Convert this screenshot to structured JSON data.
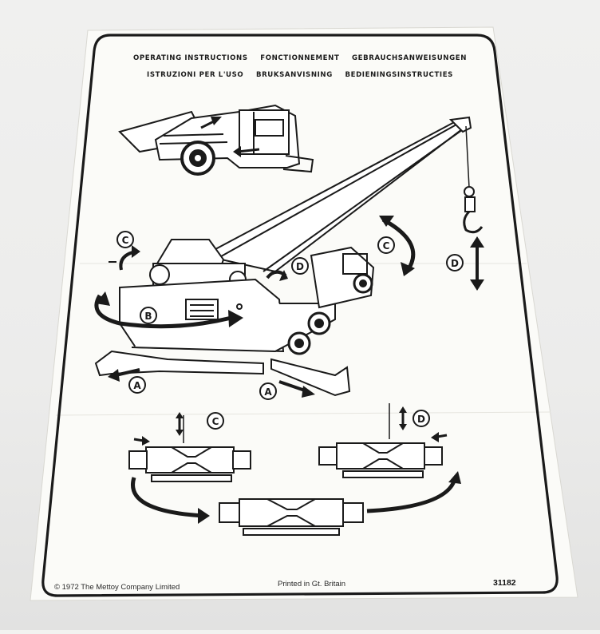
{
  "header": {
    "row1": [
      "OPERATING INSTRUCTIONS",
      "FONCTIONNEMENT",
      "GEBRAUCHSANWEISUNGEN"
    ],
    "row2": [
      "ISTRUZIONI PER L'USO",
      "BRUKSANVISNING",
      "BEDIENINGSINSTRUCTIES"
    ]
  },
  "labels": {
    "a": "A",
    "b": "B",
    "c": "C",
    "d": "D"
  },
  "footer": {
    "copyright": "© 1972 The Mettoy Company Limited",
    "printed": "Printed in Gt. Britain",
    "code": "31182"
  }
}
